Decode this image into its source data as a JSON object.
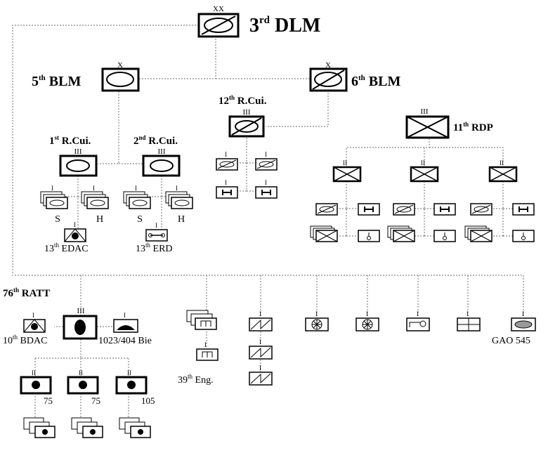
{
  "division": {
    "name_main": "3",
    "name_sup": "rd",
    "name_rest": " DLM",
    "echelon": "XX"
  },
  "brigades": [
    {
      "main": "5",
      "sup": "th",
      "rest": " BLM",
      "echelon": "X"
    },
    {
      "main": "6",
      "sup": "th",
      "rest": " BLM",
      "echelon": "X"
    }
  ],
  "regiments": [
    {
      "main": "1",
      "sup": "st",
      "rest": " R.Cui.",
      "echelon": "III"
    },
    {
      "main": "2",
      "sup": "nd",
      "rest": " R.Cui.",
      "echelon": "III"
    },
    {
      "main": "12",
      "sup": "th",
      "rest": " R.Cui.",
      "echelon": "III"
    },
    {
      "main": "11",
      "sup": "th",
      "rest": " RDP",
      "echelon": "III"
    },
    {
      "main": "76",
      "sup": "th",
      "rest": " RATT",
      "echelon": "III"
    }
  ],
  "labels": {
    "s": "S",
    "h": "H",
    "edac": {
      "main": "13",
      "sup": "th",
      "rest": " EDAC"
    },
    "erd": {
      "main": "13",
      "sup": "th",
      "rest": " ERD"
    },
    "bdac": {
      "main": "10",
      "sup": "th",
      "rest": " BDAC"
    },
    "bie": "1023/404 Bie",
    "eng": {
      "main": "39",
      "sup": "th",
      "rest": " Eng."
    },
    "gao": "GAO 545",
    "cal_75a": "75",
    "cal_75b": "75",
    "cal_105": "105"
  },
  "echelons": {
    "xx": "XX",
    "x": "X",
    "iii": "III",
    "ii": "II",
    "i": "I"
  }
}
